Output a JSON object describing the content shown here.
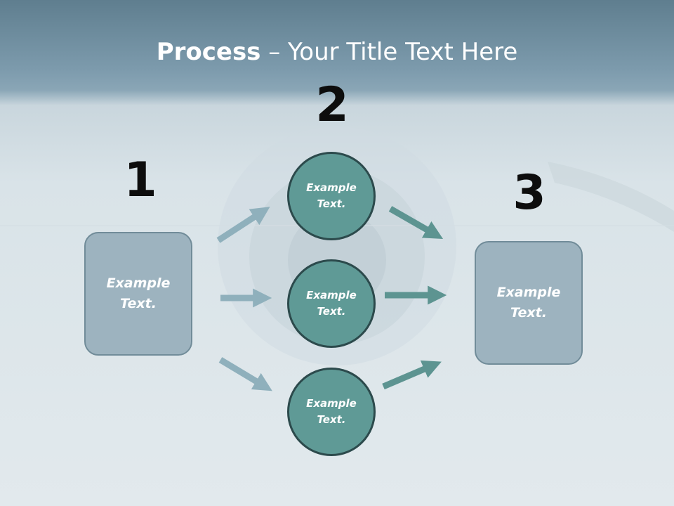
{
  "slide": {
    "title_bold": "Process",
    "title_rest": " – Your Title Text Here",
    "steps": [
      {
        "number": "1",
        "label": "Example Text."
      },
      {
        "number": "2",
        "label": "Example Text.",
        "sub_labels": [
          "Example Text.",
          "Example Text.",
          "Example Text."
        ]
      },
      {
        "number": "3",
        "label": "Example Text."
      }
    ]
  },
  "colors": {
    "box_fill": "#9db3bf",
    "circle_fill": "#5f9a96",
    "arrow_light": "#8fb0bc",
    "arrow_dark": "#5d9491"
  }
}
